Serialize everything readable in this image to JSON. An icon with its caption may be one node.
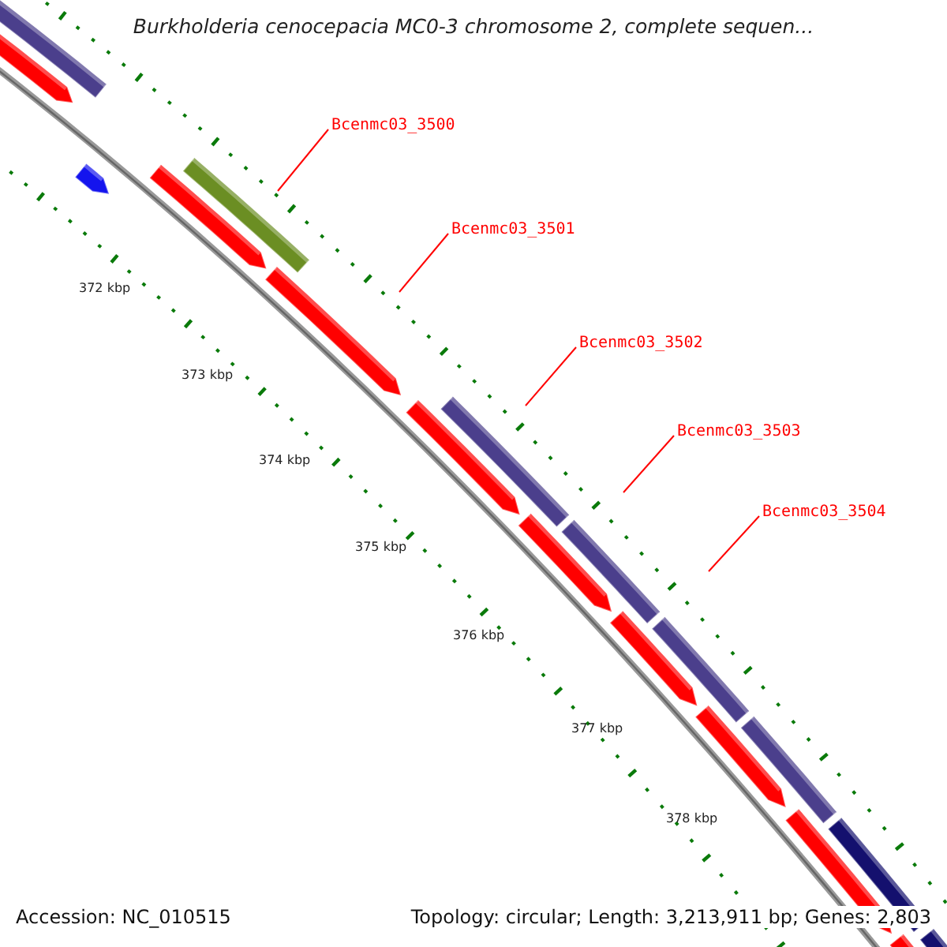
{
  "diagram": {
    "title": "Burkholderia cenocepacia MC0-3 chromosome 2, complete sequen...",
    "nodes": [
      {
        "text": [
          "Bcenmc03_3500"
        ]
      },
      {
        "text": [
          "Bcenmc03_3501"
        ]
      },
      {
        "text": [
          "Bcenmc03_3502"
        ]
      },
      {
        "text": [
          "Bcenmc03_3503"
        ]
      },
      {
        "text": [
          "Bcenmc03_3504"
        ]
      }
    ],
    "edges": [
      {
        "from": 0,
        "to": null,
        "arrow": "none"
      },
      {
        "from": 1,
        "to": null,
        "arrow": "none"
      },
      {
        "from": 2,
        "to": null,
        "arrow": "none"
      },
      {
        "from": 3,
        "to": null,
        "arrow": "none"
      },
      {
        "from": 4,
        "to": null,
        "arrow": "none"
      }
    ],
    "labels": [
      "372 kbp",
      "373 kbp",
      "374 kbp",
      "375 kbp",
      "376 kbp",
      "377 kbp",
      "378 kbp",
      "Accession: NC_010515",
      "Topology: circular; Length: 3,213,911 bp; Genes: 2,803"
    ]
  }
}
